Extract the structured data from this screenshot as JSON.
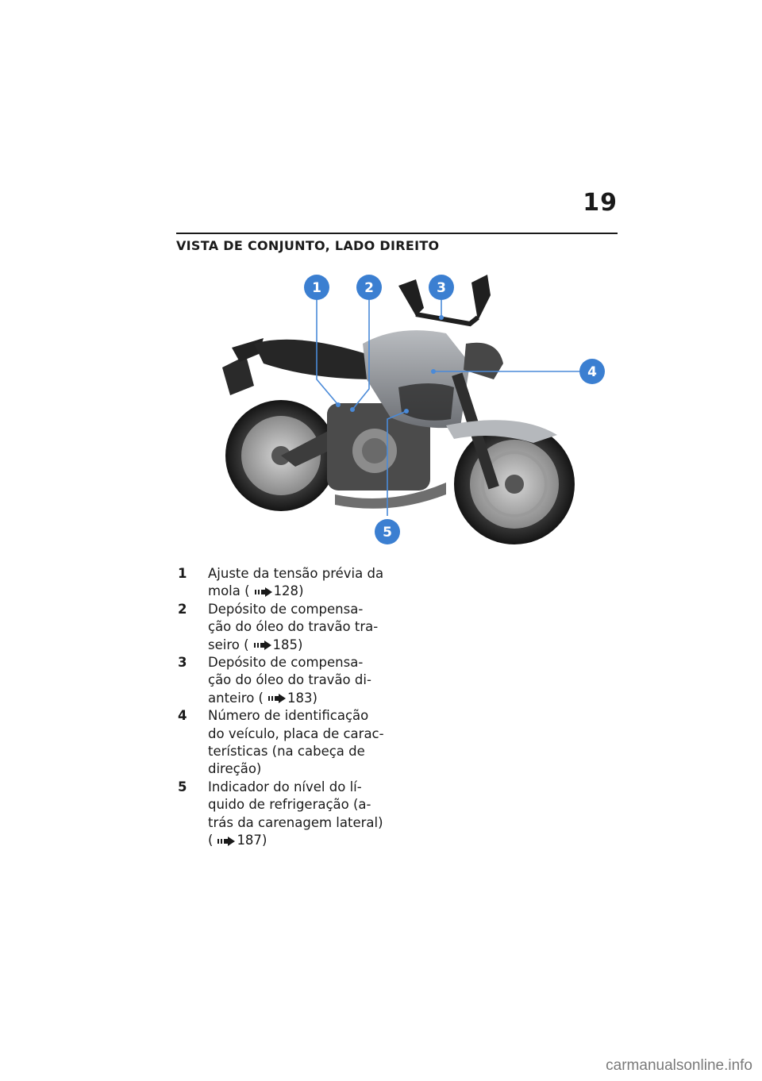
{
  "page": {
    "number": "19",
    "section_title": "VISTA DE CONJUNTO, LADO DIREITO"
  },
  "figure": {
    "callouts": [
      "1",
      "2",
      "3",
      "4",
      "5"
    ],
    "colors": {
      "callout": "#3b7fd1",
      "leader": "#4a8ad8"
    }
  },
  "legend": [
    {
      "num": "1",
      "lines": [
        "Ajuste da tensão prévia da",
        "mola"
      ],
      "ref": "128"
    },
    {
      "num": "2",
      "lines": [
        "Depósito de compensa-",
        "ção do óleo do travão tra-",
        "seiro"
      ],
      "ref": "185"
    },
    {
      "num": "3",
      "lines": [
        "Depósito de compensa-",
        "ção do óleo do travão di-",
        "anteiro"
      ],
      "ref": "183"
    },
    {
      "num": "4",
      "lines": [
        "Número de identificação",
        "do veículo, placa de carac-",
        "terísticas (na cabeça de",
        "direção)"
      ]
    },
    {
      "num": "5",
      "lines": [
        "Indicador do nível do lí-",
        "quido de refrigeração (a-",
        "trás da carenagem lateral)",
        ""
      ],
      "ref": "187"
    }
  ],
  "ref_icon": "arrow-right-icon",
  "watermark": "carmanualsonline.info"
}
